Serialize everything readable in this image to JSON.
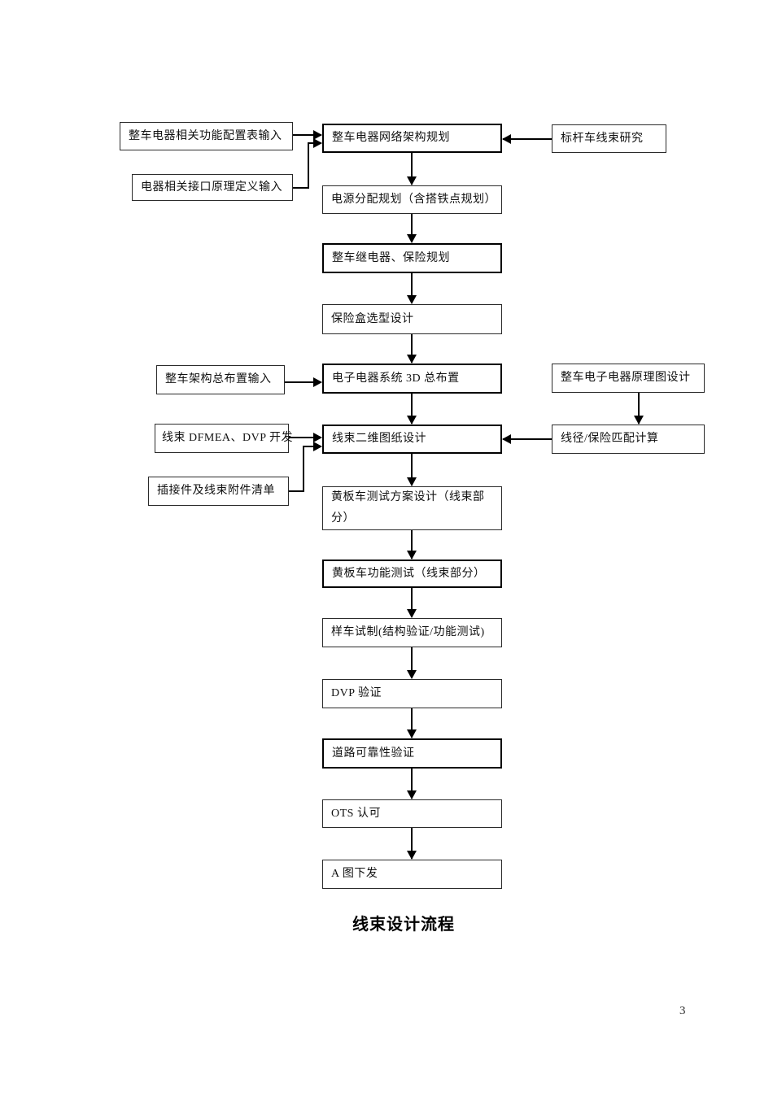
{
  "page": {
    "caption": "线束设计流程",
    "page_number": "3"
  },
  "flowchart": {
    "main": [
      {
        "label": "整车电器网络架构规划"
      },
      {
        "label": "电源分配规划（含搭铁点规划）"
      },
      {
        "label": "整车继电器、保险规划"
      },
      {
        "label": "保险盒选型设计"
      },
      {
        "label": "电子电器系统 3D 总布置"
      },
      {
        "label": "线束二维图纸设计"
      },
      {
        "label": "黄板车测试方案设计（线束部分）"
      },
      {
        "label": "黄板车功能测试（线束部分）"
      },
      {
        "label": "样车试制(结构验证/功能测试)"
      },
      {
        "label": "DVP 验证"
      },
      {
        "label": "道路可靠性验证"
      },
      {
        "label": "OTS 认可"
      },
      {
        "label": "A 图下发"
      }
    ],
    "inputs": [
      {
        "label": "整车电器相关功能配置表输入"
      },
      {
        "label": "电器相关接口原理定义输入"
      },
      {
        "label": "标杆车线束研究"
      },
      {
        "label": "整车架构总布置输入"
      },
      {
        "label": "线束 DFMEA、DVP 开发"
      },
      {
        "label": "插接件及线束附件清单"
      },
      {
        "label": "整车电子电器原理图设计"
      },
      {
        "label": "线径/保险匹配计算"
      }
    ]
  }
}
